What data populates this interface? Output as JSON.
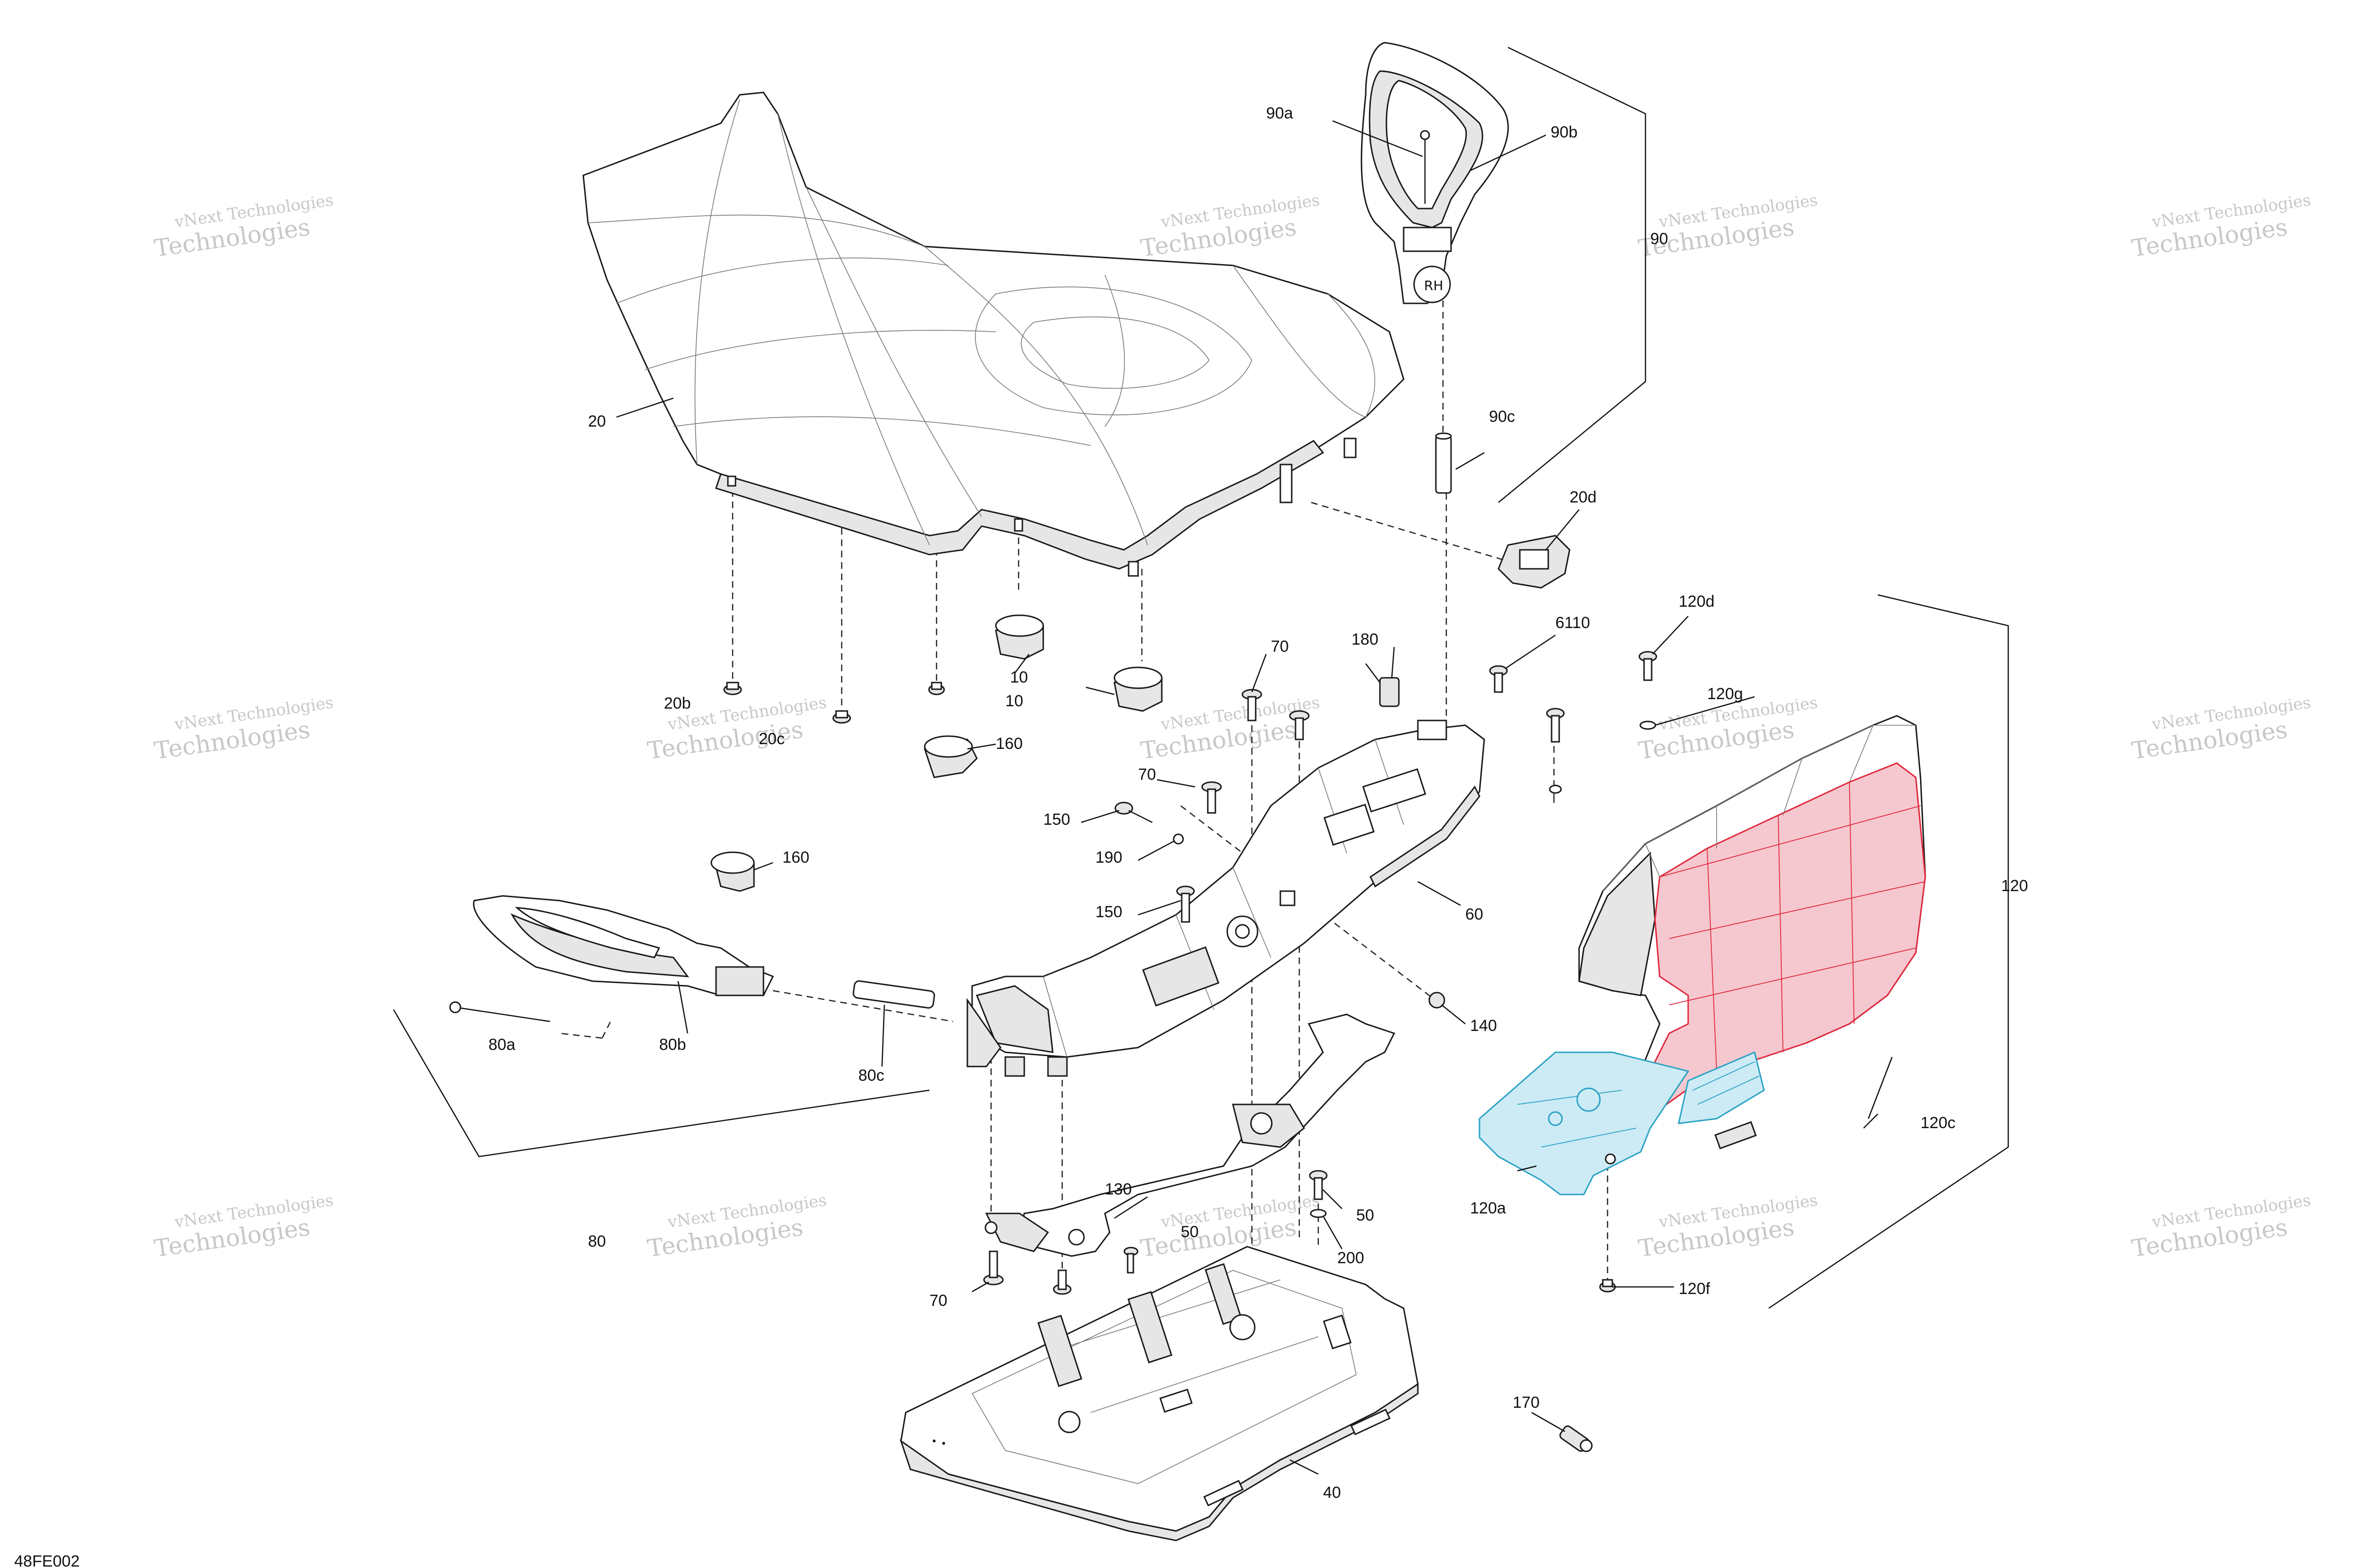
{
  "diagram_code": "48FE002",
  "watermark": {
    "line1": "vNext Technologies",
    "line2": "Technologies",
    "color": "#9a9a9a"
  },
  "colors": {
    "highlight_red": "#e0283c",
    "highlight_blue": "#2aa2c4",
    "line": "#111111"
  },
  "callouts": {
    "c10a": "10",
    "c10b": "10",
    "c20": "20",
    "c20b": "20b",
    "c20c": "20c",
    "c20d": "20d",
    "c40": "40",
    "c50a": "50",
    "c50b": "50",
    "c60": "60",
    "c70a": "70",
    "c70b": "70",
    "c70c": "70",
    "c80": "80",
    "c80a": "80a",
    "c80b": "80b",
    "c80c": "80c",
    "c90": "90",
    "c90a": "90a",
    "c90b": "90b",
    "c90c": "90c",
    "c120": "120",
    "c120a": "120a",
    "c120c": "120c",
    "c120d": "120d",
    "c120f": "120f",
    "c120g": "120g",
    "c130": "130",
    "c140": "140",
    "c150a": "150",
    "c150b": "150",
    "c160a": "160",
    "c160b": "160",
    "c170": "170",
    "c180": "180",
    "c190": "190",
    "c200": "200",
    "c6110": "6110"
  },
  "rh_mark": "RH"
}
